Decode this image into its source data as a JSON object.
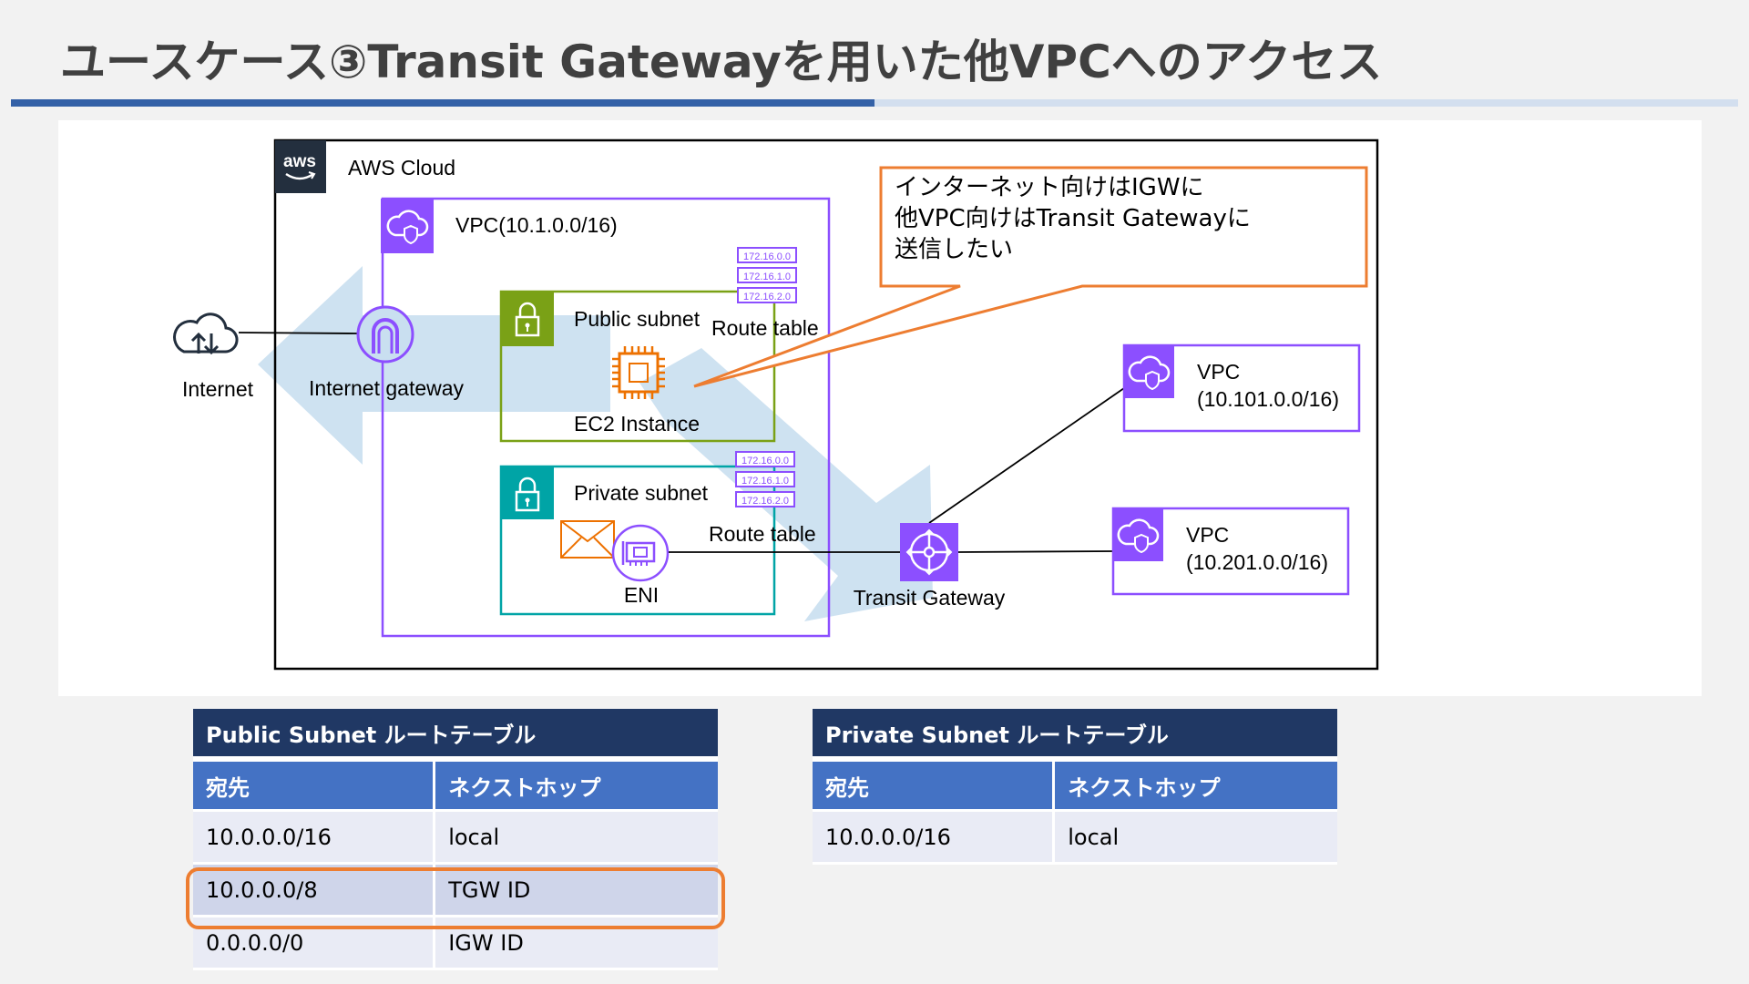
{
  "slide": {
    "title": "ユースケース③Transit Gatewayを用いた他VPCへのアクセス"
  },
  "diagram": {
    "aws_cloud_label": "AWS Cloud",
    "aws_logo_text": "aws",
    "vpc_label": "VPC(10.1.0.0/16)",
    "public_subnet_label": "Public subnet",
    "private_subnet_label": "Private subnet",
    "ec2_label": "EC2 Instance",
    "eni_label": "ENI",
    "route_table_public_label": "Route table",
    "route_table_private_label": "Route table",
    "route_table_entries": [
      "172.16.0.0",
      "172.16.1.0",
      "172.16.2.0"
    ],
    "internet_label": "Internet",
    "igw_label": "Internet gateway",
    "tgw_label": "Transit Gateway",
    "vpc_remote_1_line1": "VPC",
    "vpc_remote_1_line2": "(10.101.0.0/16)",
    "vpc_remote_2_line1": "VPC",
    "vpc_remote_2_line2": "(10.201.0.0/16)",
    "callout_lines": [
      "インターネット向けはIGWに",
      "他VPC向けはTransit Gatewayに",
      "送信したい"
    ],
    "colors": {
      "vpc": "#8c4fff",
      "public_subnet": "#7aa116",
      "private_subnet": "#00a4a6",
      "ec2": "#ed7100",
      "callout": "#ed7d31",
      "arrow": "#c9dff0",
      "aws_dark": "#232f3e"
    },
    "icons": [
      "aws-logo-icon",
      "vpc-cloud-shield-icon",
      "lock-icon",
      "chip-icon",
      "envelope-icon",
      "network-card-icon",
      "gateway-arch-icon",
      "cloud-upload-download-icon",
      "hub-icon",
      "route-table-icon"
    ]
  },
  "public_table": {
    "caption": "Public Subnet ルートテーブル",
    "headers": [
      "宛先",
      "ネクストホップ"
    ],
    "rows": [
      [
        "10.0.0.0/16",
        "local"
      ],
      [
        "10.0.0.0/8",
        "TGW ID"
      ],
      [
        "0.0.0.0/0",
        "IGW ID"
      ]
    ]
  },
  "private_table": {
    "caption": "Private Subnet ルートテーブル",
    "headers": [
      "宛先",
      "ネクストホップ"
    ],
    "rows": [
      [
        "10.0.0.0/16",
        "local"
      ]
    ]
  }
}
